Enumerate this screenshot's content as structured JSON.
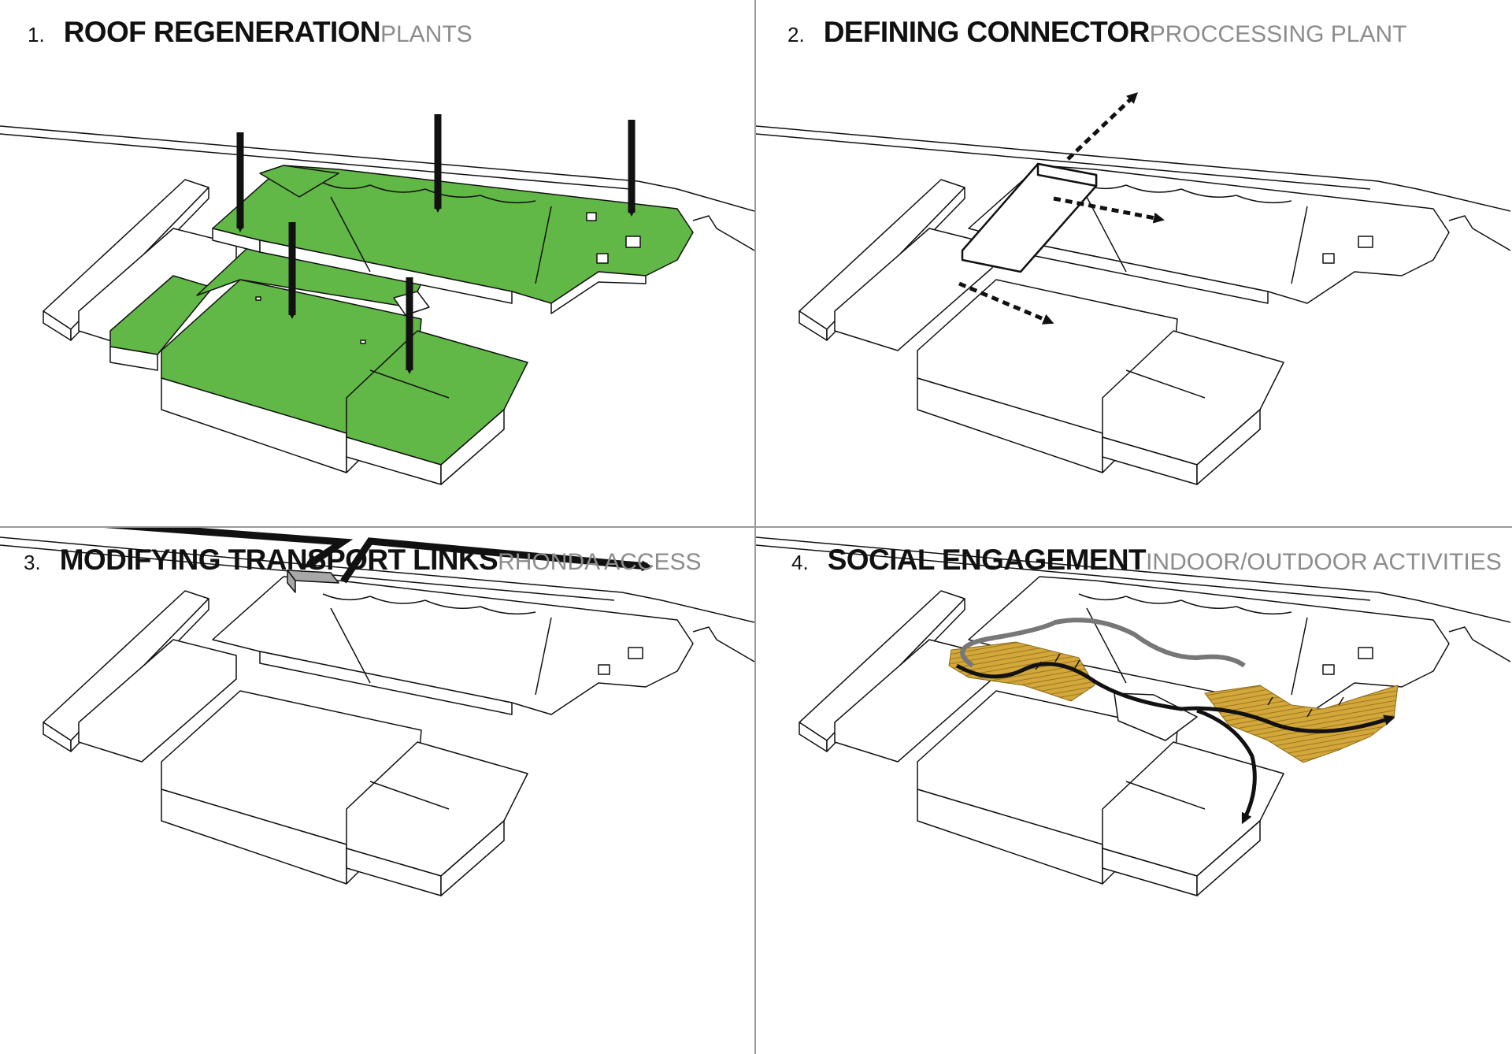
{
  "panels": [
    {
      "number": "1.",
      "title": "ROOF REGENERATION",
      "subtitle": "PLANTS"
    },
    {
      "number": "2.",
      "title": "DEFINING CONNECTOR",
      "subtitle": "PROCCESSING PLANT"
    },
    {
      "number": "3.",
      "title": "MODIFYING TRANSPORT LINKS",
      "subtitle": "RHONDA ACCESS"
    },
    {
      "number": "4.",
      "title": "SOCIAL ENGAGEMENT",
      "subtitle": "INDOOR/OUTDOOR ACTIVITIES"
    }
  ],
  "colors": {
    "green_roof": "#62b846",
    "connector_grey": "#a8a8a8",
    "activity_ochre": "#d4a73a",
    "outline": "#111111",
    "subtitle_grey": "#8c8c8c",
    "divider": "#9a9a9a"
  },
  "icons": [
    "arrow-down-icon",
    "dashed-arrow-icon",
    "route-arrow-icon",
    "flow-arrow-icon"
  ]
}
